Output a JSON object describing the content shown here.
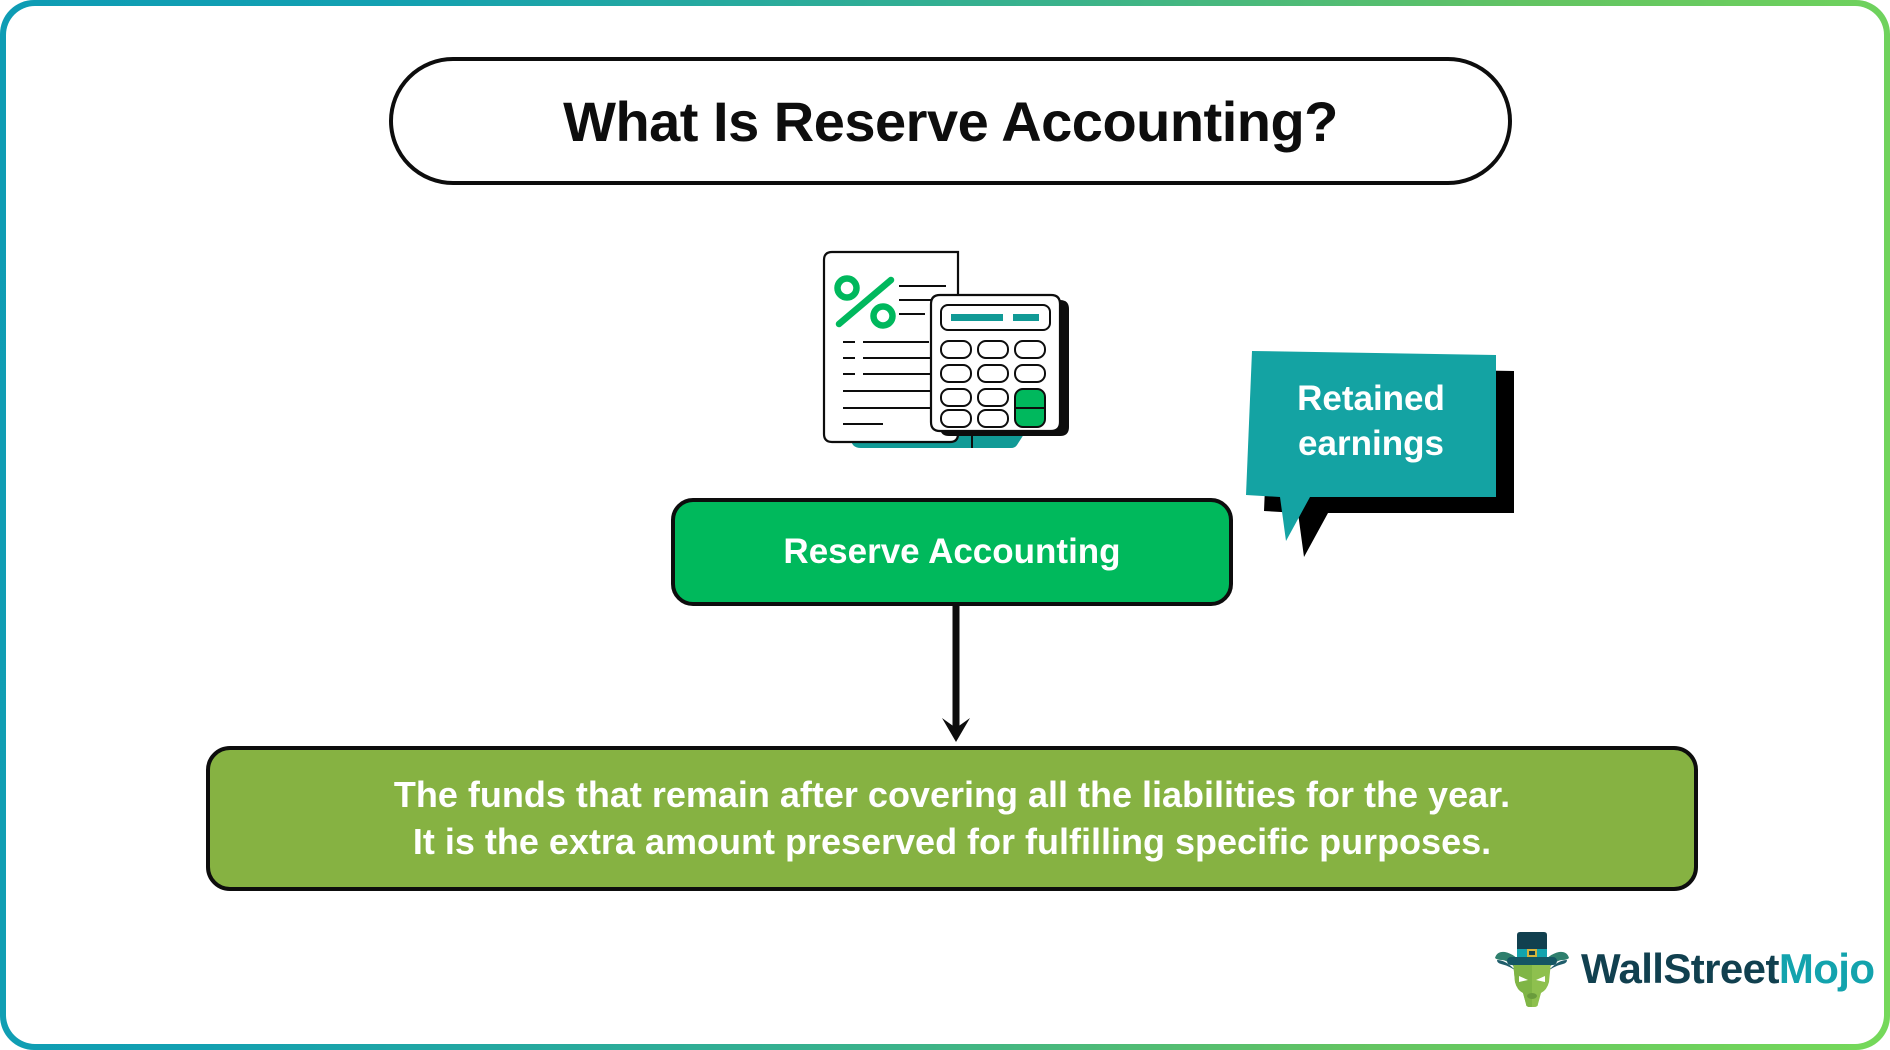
{
  "frame": {
    "gradient_start": "#0e9cb4",
    "gradient_end": "#75d95a"
  },
  "header": {
    "title": "What Is Reserve Accounting?"
  },
  "illustration": {
    "name": "document-and-calculator-illustration",
    "document": {
      "percent_symbol_color": "#00b85d",
      "line_color": "#0d0d0d",
      "base_color": "#119a96"
    },
    "calculator": {
      "display_color": "#119a96",
      "key_rows": 4,
      "key_columns": 3,
      "accent_key_color": "#00b85d",
      "shadow_color": "#0d0d0d"
    }
  },
  "callout": {
    "label": "Retained earnings",
    "line_1": "Retained",
    "line_2": "earnings",
    "fill_color": "#14a3a3",
    "shadow_color": "#000000",
    "text_color": "#ffffff"
  },
  "primary_node": {
    "label": "Reserve Accounting",
    "fill_color": "#00b95c",
    "border_color": "#0d0d0d",
    "text_color": "#ffffff"
  },
  "connector": {
    "name": "downward-arrow",
    "color": "#0d0d0d"
  },
  "definition_box": {
    "line_1": "The funds that remain after covering all the liabilities for the year.",
    "line_2": "It is the extra amount preserved for fulfilling specific purposes.",
    "fill_color": "#86b242",
    "border_color": "#0d0d0d",
    "text_color": "#ffffff"
  },
  "branding": {
    "wordmark_part_1": "WallStreet",
    "wordmark_part_2": "Mojo",
    "color_part_1": "#11404f",
    "color_part_2": "#13a3ad",
    "mark_name": "bull-with-top-hat-logo"
  }
}
